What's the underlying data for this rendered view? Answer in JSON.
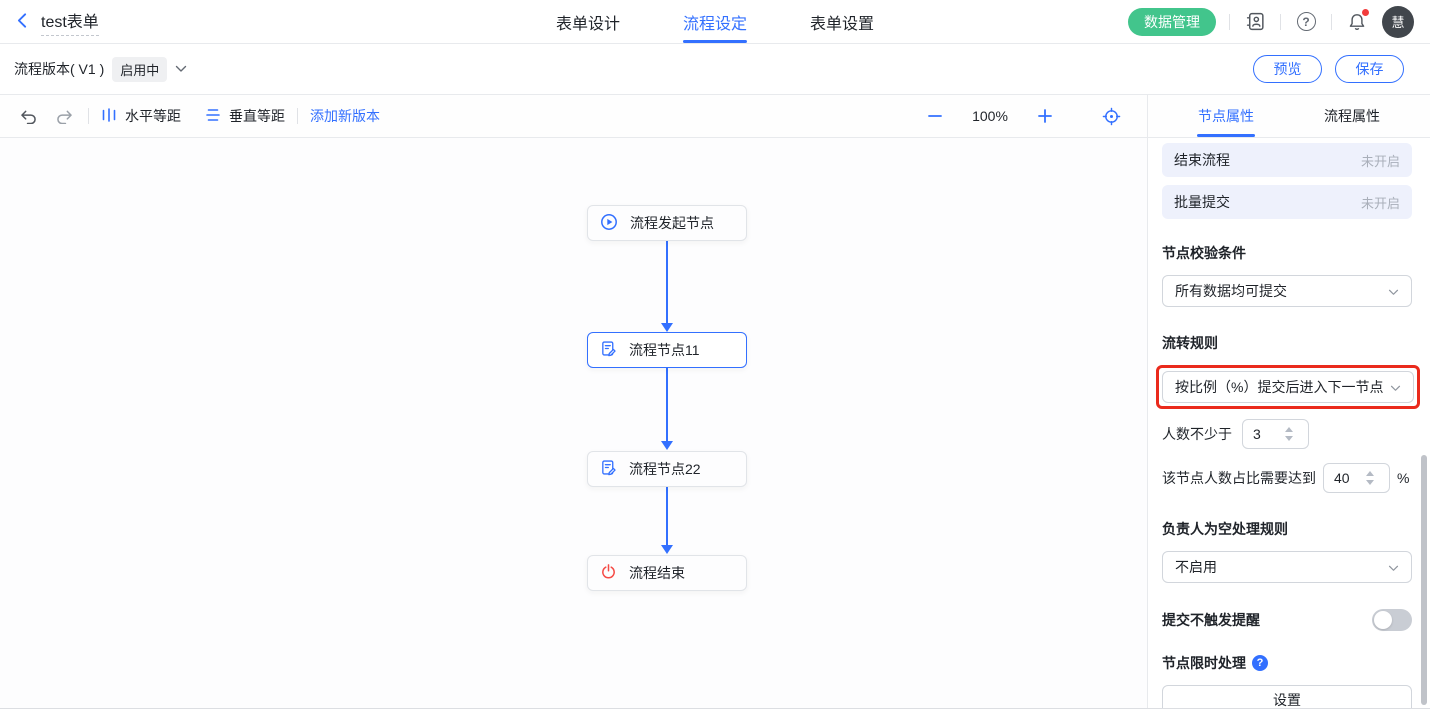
{
  "header": {
    "title": "test表单",
    "tabs": [
      {
        "label": "表单设计",
        "active": false
      },
      {
        "label": "流程设定",
        "active": true
      },
      {
        "label": "表单设置",
        "active": false
      }
    ],
    "data_manage": "数据管理",
    "help_glyph": "?",
    "avatar": "慧"
  },
  "version_bar": {
    "label": "流程版本( V1 )",
    "status": "启用中",
    "preview": "预览",
    "save": "保存"
  },
  "toolbar": {
    "h_distribute": "水平等距",
    "v_distribute": "垂直等距",
    "add_version": "添加新版本",
    "zoom": "100%"
  },
  "canvas": {
    "nodes": [
      {
        "label": "流程发起节点",
        "icon": "play-circle-icon",
        "selected": false
      },
      {
        "label": "流程节点11",
        "icon": "doc-edit-icon",
        "selected": true
      },
      {
        "label": "流程节点22",
        "icon": "doc-edit-icon",
        "selected": false
      },
      {
        "label": "流程结束",
        "icon": "power-icon",
        "selected": false
      }
    ]
  },
  "panel": {
    "tabs": [
      {
        "label": "节点属性",
        "active": true
      },
      {
        "label": "流程属性",
        "active": false
      }
    ],
    "rows": [
      {
        "label": "结束流程",
        "value": "未开启"
      },
      {
        "label": "批量提交",
        "value": "未开启"
      }
    ],
    "validation": {
      "label": "节点校验条件",
      "value": "所有数据均可提交"
    },
    "flow_rule": {
      "label": "流转规则",
      "value": "按比例（%）提交后进入下一节点",
      "highlighted": true
    },
    "min_people": {
      "label": "人数不少于",
      "value": "3"
    },
    "ratio": {
      "label": "该节点人数占比需要达到",
      "value": "40",
      "unit": "%"
    },
    "empty_owner": {
      "label": "负责人为空处理规则",
      "value": "不启用"
    },
    "no_remind": {
      "label": "提交不触发提醒",
      "enabled": false
    },
    "time_limit": {
      "label": "节点限时处理",
      "help_glyph": "?",
      "button": "设置"
    }
  },
  "colors": {
    "accent_blue": "#3370ff",
    "green": "#42c58c",
    "annotation_red": "#ea2a1c",
    "node_red": "#f54a45",
    "muted_gray": "#a9afba",
    "lavender_row": "#eef1fc"
  },
  "icons": {
    "back-icon": "chevron-left",
    "undo-icon": "curved-arrow-left",
    "redo-icon": "curved-arrow-right",
    "h-distribute-icon": "vertical-bars",
    "v-distribute-icon": "horizontal-bars",
    "zoom-out-icon": "minus",
    "zoom-in-icon": "plus",
    "locate-icon": "crosshair-target",
    "contacts-icon": "address-book",
    "help-icon": "question-circle",
    "bell-icon": "bell-with-red-dot",
    "chevron-down-icon": "chevron-down",
    "play-circle-icon": "play-in-circle",
    "doc-edit-icon": "document-with-pencil",
    "power-icon": "power-symbol",
    "question-filled-icon": "filled-question-circle"
  }
}
